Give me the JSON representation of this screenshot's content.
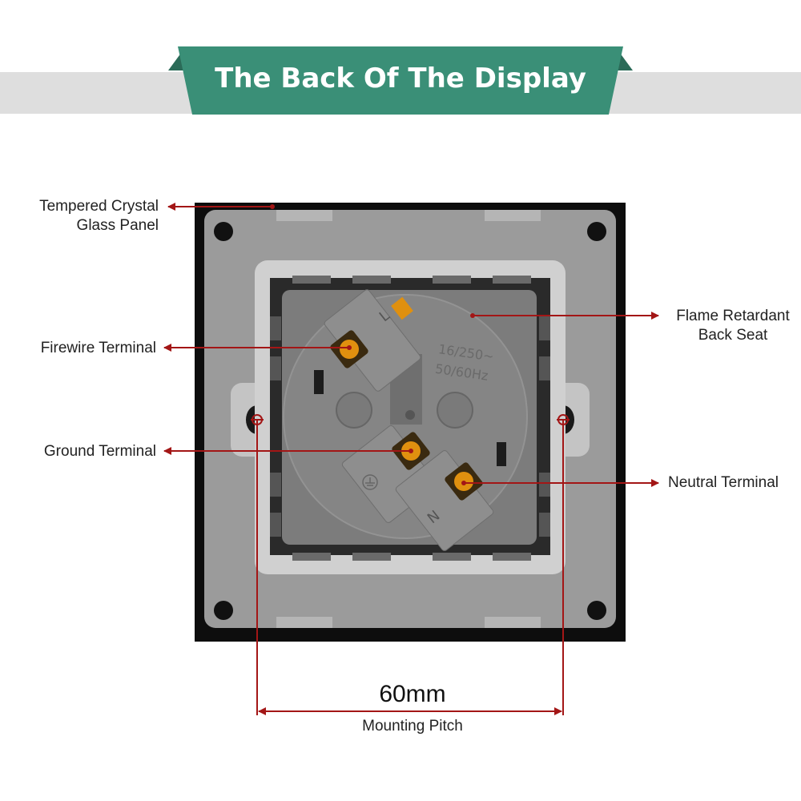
{
  "header": {
    "title": "The Back Of The Display"
  },
  "callouts": {
    "glass_panel": "Tempered Crystal\nGlass Panel",
    "firewire": "Firewire Terminal",
    "ground": "Ground Terminal",
    "flame_seat": "Flame Retardant\nBack Seat",
    "neutral": "Neutral Terminal"
  },
  "socket_markings": {
    "rating_line1": "16/250~",
    "rating_line2": "50/60Hz",
    "live_letter": "L",
    "neutral_letter": "N"
  },
  "dimension": {
    "value": "60mm",
    "caption": "Mounting Pitch"
  },
  "colors": {
    "banner": "#3a8f77",
    "banner_dark": "#2b6b58",
    "arrow": "#a31616",
    "terminal": "#e0900f"
  }
}
